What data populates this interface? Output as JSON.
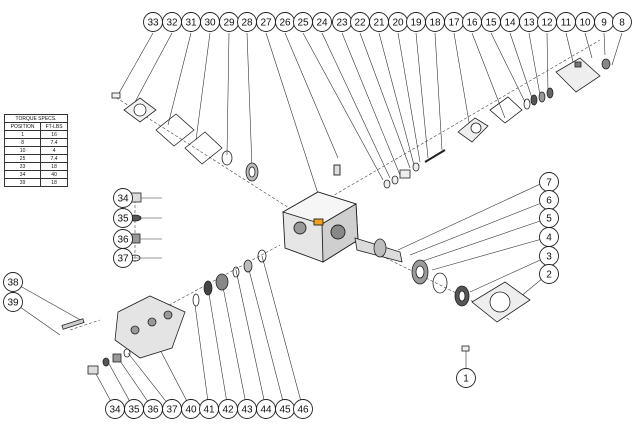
{
  "torque_table": {
    "title": "TORQUE SPECS.",
    "headers": [
      "POSITION",
      "FT-LBS"
    ],
    "rows": [
      [
        "1",
        "16"
      ],
      [
        "8",
        "7.4"
      ],
      [
        "10",
        "4"
      ],
      [
        "25",
        "7.4"
      ],
      [
        "33",
        "18"
      ],
      [
        "34",
        "40"
      ],
      [
        "39",
        "18"
      ]
    ]
  },
  "callouts": [
    {
      "label": "33"
    },
    {
      "label": "32"
    },
    {
      "label": "31"
    },
    {
      "label": "30"
    },
    {
      "label": "29"
    },
    {
      "label": "28"
    },
    {
      "label": "27"
    },
    {
      "label": "26"
    },
    {
      "label": "25"
    },
    {
      "label": "24"
    },
    {
      "label": "23"
    },
    {
      "label": "22"
    },
    {
      "label": "21"
    },
    {
      "label": "20"
    },
    {
      "label": "19"
    },
    {
      "label": "18"
    },
    {
      "label": "17"
    },
    {
      "label": "16"
    },
    {
      "label": "15"
    },
    {
      "label": "14"
    },
    {
      "label": "13"
    },
    {
      "label": "12"
    },
    {
      "label": "11"
    },
    {
      "label": "10"
    },
    {
      "label": "9"
    },
    {
      "label": "8"
    },
    {
      "label": "7"
    },
    {
      "label": "6"
    },
    {
      "label": "5"
    },
    {
      "label": "4"
    },
    {
      "label": "3"
    },
    {
      "label": "2"
    },
    {
      "label": "1"
    },
    {
      "label": "34"
    },
    {
      "label": "35"
    },
    {
      "label": "36"
    },
    {
      "label": "37"
    },
    {
      "label": "38"
    },
    {
      "label": "39"
    },
    {
      "label": "34"
    },
    {
      "label": "35"
    },
    {
      "label": "36"
    },
    {
      "label": "37"
    },
    {
      "label": "40"
    },
    {
      "label": "41"
    },
    {
      "label": "42"
    },
    {
      "label": "43"
    },
    {
      "label": "44"
    },
    {
      "label": "45"
    },
    {
      "label": "46"
    }
  ],
  "colors": {
    "line": "#222222",
    "fill": "#f2f2f2",
    "shade": "#9a9a9a",
    "highlight": "#f3a020"
  }
}
